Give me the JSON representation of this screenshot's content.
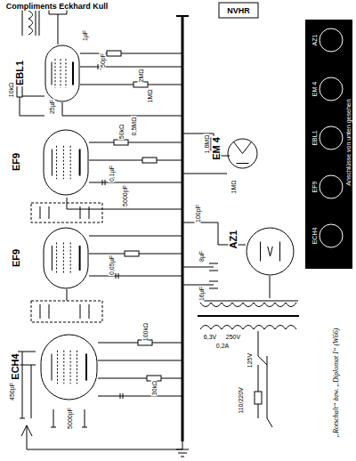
{
  "diagram": {
    "caption": "„Rotschalt“ bzw. „Diplomat I“ (W66)",
    "nodes": [
      {
        "text": [
          "EBL1"
        ]
      },
      {
        "text": [
          "EF9"
        ]
      },
      {
        "text": [
          "EF9"
        ]
      },
      {
        "text": [
          "ECH4"
        ]
      },
      {
        "text": [
          "EM 4"
        ]
      },
      {
        "text": [
          "AZ1"
        ]
      }
    ],
    "edges": [],
    "labels": [
      "Compliments Eckhard Kull",
      "NVHR",
      "1µF",
      "2MΩ",
      "50pF",
      "1MΩ",
      "0,5MΩ",
      "10kΩ",
      "25µF",
      "0,1µF",
      "5000pF",
      "50kΩ",
      "1,6MΩ",
      "1MΩ",
      "100pF",
      "0,05µF",
      "450pF",
      "5000pF",
      "30kΩ",
      "100kΩ",
      "8µF",
      "16µF",
      "6,3V",
      "250V",
      "0,2A",
      "125V",
      "110/220V",
      "Anschlüsse von unten gesehen",
      "AZ1",
      "EM 4",
      "EBL1",
      "EF9",
      "ECH4"
    ]
  }
}
